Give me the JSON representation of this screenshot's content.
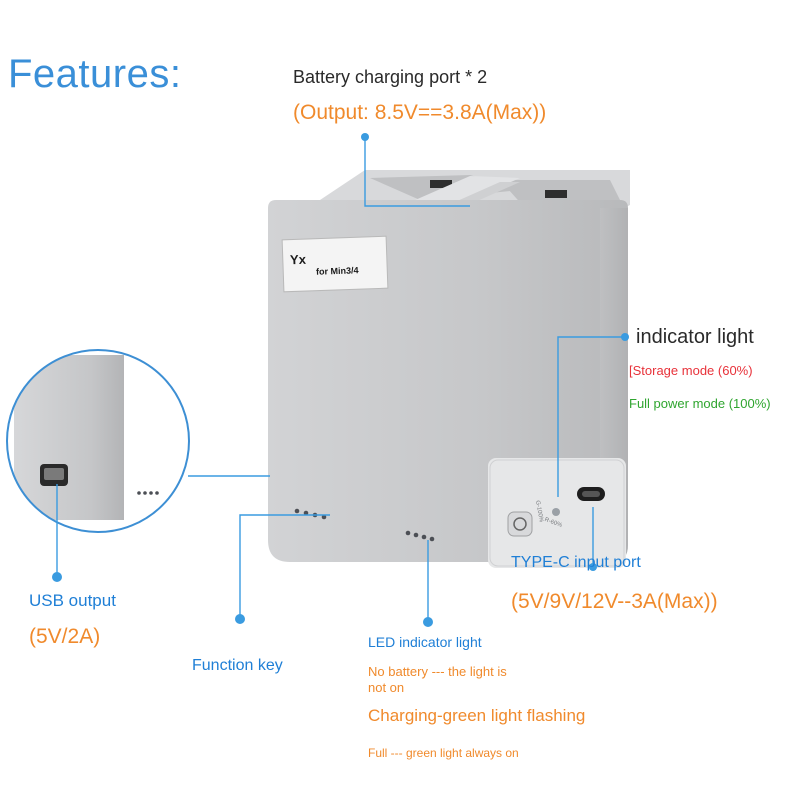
{
  "title": "Features:",
  "product": {
    "brand_mark": "Yx",
    "label_text": "for Min3/4",
    "port_marks": {
      "green": "G-100%",
      "red": "R-60%"
    }
  },
  "callouts": {
    "charging_port": {
      "label": "Battery charging port * 2",
      "spec": "(Output: 8.5V==3.8A(Max))"
    },
    "indicator_light": {
      "label": "indicator light",
      "storage": "[Storage mode (60%)",
      "full": "Full power mode (100%)"
    },
    "type_c": {
      "label": "TYPE-C input port",
      "spec": "(5V/9V/12V--3A(Max))"
    },
    "usb": {
      "label": "USB output",
      "spec": "(5V/2A)"
    },
    "function_key": {
      "label": "Function key"
    },
    "led": {
      "label": "LED indicator light",
      "line1": "No battery --- the light is",
      "line2": "not on",
      "line3": "Charging-green light flashing",
      "line4": "Full --- green light always on"
    }
  },
  "colors": {
    "title": "#3a8fd8",
    "callout_line": "#3a9be0",
    "spec_orange": "#f08a2c",
    "storage_red": "#e8323a",
    "full_green": "#2fa52f",
    "device_body": "#c9cacc"
  }
}
